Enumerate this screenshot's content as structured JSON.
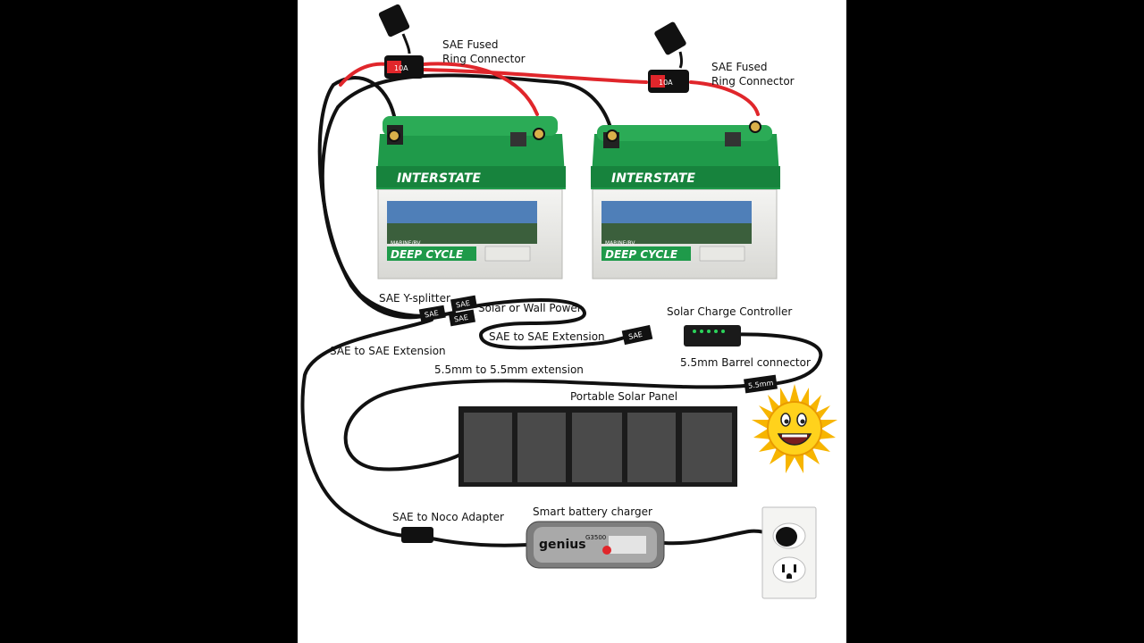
{
  "labels": {
    "fuse_left": "SAE Fused\nRing Connector",
    "fuse_right": "SAE Fused\nRing Connector",
    "y_splitter": "SAE Y-splitter",
    "solar_or_wall": "Solar or Wall Power",
    "sae_ext_left": "SAE to SAE Extension",
    "sae_ext_mid": "SAE to SAE Extension",
    "charge_controller": "Solar Charge Controller",
    "barrel_connector": "5.5mm Barrel connector",
    "barrel_extension": "5.5mm to 5.5mm extension",
    "solar_panel": "Portable Solar Panel",
    "noco_adapter": "SAE to Noco Adapter",
    "smart_charger": "Smart battery charger"
  },
  "tags": {
    "fuse_rating": "10A",
    "sae": "SAE",
    "barrel": "5.5mm"
  },
  "battery": {
    "brand": "INTERSTATE",
    "type": "DEEP CYCLE",
    "subtype": "MARINE/RV"
  },
  "charger": {
    "brand": "genius",
    "model": "G3500"
  },
  "colors": {
    "battery_green": "#1f9a4a",
    "wire_black": "#111111",
    "wire_red": "#e0262b",
    "panel_cell": "#4a4a4a",
    "sun": "#f7b500"
  }
}
